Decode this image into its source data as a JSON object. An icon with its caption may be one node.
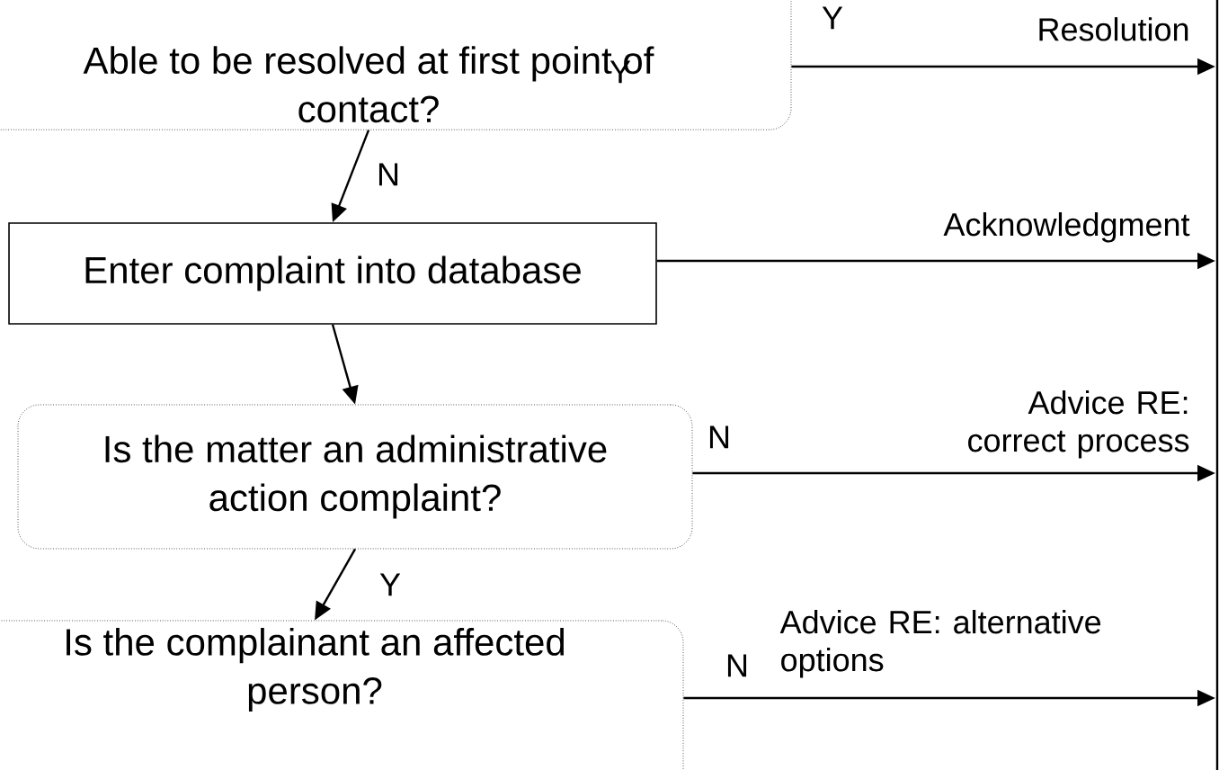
{
  "diagram": {
    "nodes": [
      {
        "text": [
          "Able to be resolved at first point of contact?"
        ]
      },
      {
        "text": [
          "Resolution"
        ]
      },
      {
        "text": [
          "Enter complaint into database"
        ]
      },
      {
        "text": [
          "Acknowledgment"
        ]
      },
      {
        "text": [
          "Is the matter an administrative action complaint?"
        ]
      },
      {
        "text": [
          "Advice RE: correct process"
        ]
      },
      {
        "text": [
          "Is the complainant an affected person?"
        ]
      },
      {
        "text": [
          "Advice RE: alternative options"
        ]
      }
    ],
    "edges": [
      {
        "from": 0,
        "to": 1,
        "arrow": "to",
        "label": "Y"
      },
      {
        "from": 0,
        "to": 2,
        "arrow": "to",
        "label": "N"
      },
      {
        "from": 2,
        "to": 3,
        "arrow": "to"
      },
      {
        "from": 2,
        "to": 4,
        "arrow": "to"
      },
      {
        "from": 4,
        "to": 5,
        "arrow": "to",
        "label": "N"
      },
      {
        "from": 4,
        "to": 6,
        "arrow": "to",
        "label": "Y"
      },
      {
        "from": 6,
        "to": 7,
        "arrow": "to",
        "label": "N"
      }
    ],
    "labels": [
      "Y"
    ]
  }
}
